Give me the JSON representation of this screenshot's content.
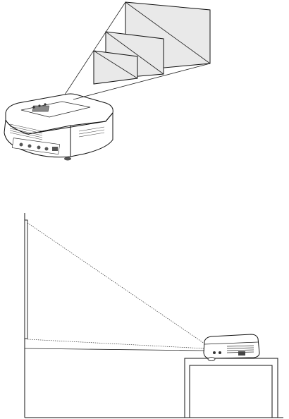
{
  "diagram": {
    "top": {
      "screens": 3,
      "projector": "projector-perspective"
    },
    "bottom": {
      "view": "side-elevation",
      "parts": [
        "wall",
        "screen",
        "table",
        "projector",
        "floor"
      ]
    }
  }
}
